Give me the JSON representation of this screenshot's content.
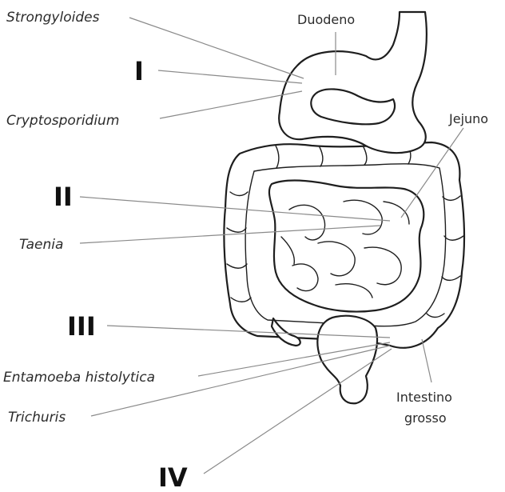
{
  "labels": {
    "strongyloides": "Strongyloides",
    "cryptosporidium": "Cryptosporidium",
    "taenia": "Taenia",
    "entamoeba": "Entamoeba histolytica",
    "trichuris": "Trichuris",
    "duodeno": "Duodeno",
    "jejuno": "Jejuno",
    "intestino_line1": "Intestino",
    "intestino_line2": "grosso",
    "roman_1": "I",
    "roman_2": "II",
    "roman_3": "III",
    "roman_4": "IV"
  },
  "colors": {
    "outline": "#1e1e1e",
    "leader": "#8a8a8a",
    "text": "#2b2b2b"
  }
}
